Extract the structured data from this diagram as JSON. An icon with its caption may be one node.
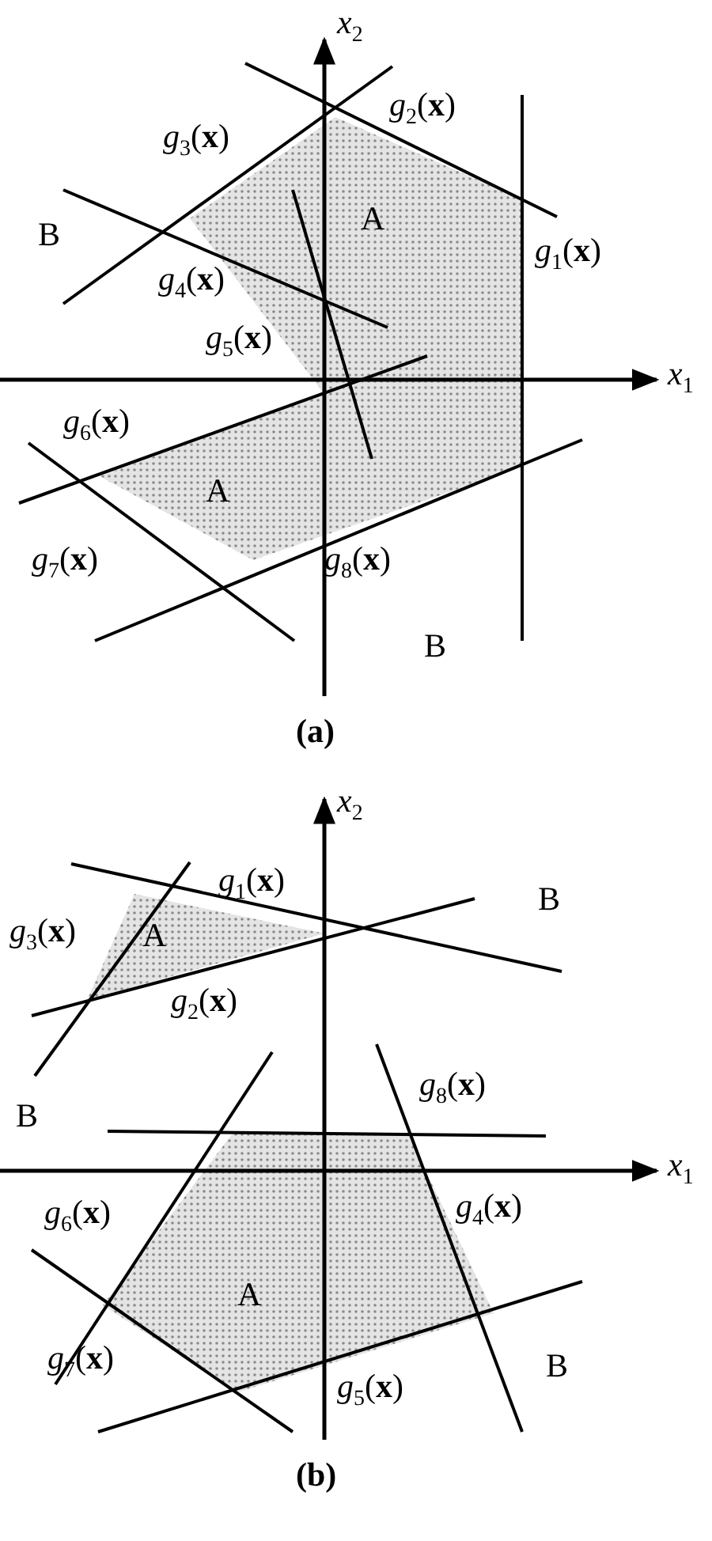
{
  "diagram": {
    "labels": [
      "*x*$_{2}$",
      "*g*$_{2}$(**x**)",
      "*g*$_{3}$(**x**)",
      "A",
      "B",
      "*g*$_{4}$(**x**)",
      "*g*$_{1}$(**x**)",
      "*g*$_{5}$(**x**)",
      "*x*$_{1}$",
      "*g*$_{6}$(**x**)",
      "A",
      "*g*$_{7}$(**x**)",
      "*g*$_{8}$(**x**)",
      "B",
      "(a)",
      "*x*$_{2}$",
      "*g*$_{1}$(**x**)",
      "B",
      "*g*$_{3}$(**x**)",
      "A",
      "*g*$_{2}$(**x**)",
      "*g*$_{8}$(**x**)",
      "B",
      "*x*$_{1}$",
      "*g*$_{6}$(**x**)",
      "*g*$_{4}$(**x**)",
      "A",
      "*g*$_{7}$(**x**)",
      "*g*$_{5}$(**x**)",
      "B",
      "(b)"
    ]
  }
}
